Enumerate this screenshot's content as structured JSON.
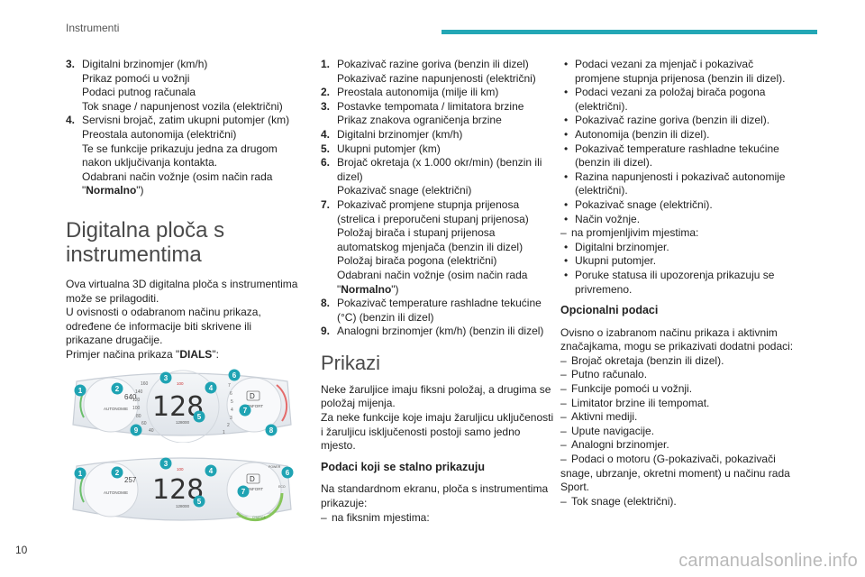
{
  "header": {
    "title": "Instrumenti"
  },
  "page_number": "10",
  "watermark": "carmanualsonline.info",
  "col1": {
    "items": [
      {
        "num": "3.",
        "lines": [
          "Digitalni brzinomjer (km/h)",
          "Prikaz pomoći u vožnji",
          "Podaci putnog računala",
          "Tok snage / napunjenost vozila (električni)"
        ]
      },
      {
        "num": "4.",
        "lines": [
          "Servisni brojač, zatim ukupni putomjer (km)",
          "Preostala autonomija (električni)",
          "Te se funkcije prikazuju jedna za drugom",
          "nakon uključivanja kontakta.",
          "Odabrani način vožnje (osim način rada"
        ],
        "last_prefix": "\"",
        "last_bold": "Normalno",
        "last_suffix": "\")"
      }
    ],
    "section_title_1": "Digitalna ploča s",
    "section_title_2": "instrumentima",
    "intro_lines": [
      "Ova virtualna 3D digitalna ploča s instrumentima",
      "može se prilagoditi.",
      "U ovisnosti o odabranom načinu prikaza,",
      "određene će informacije biti skrivene ili",
      "prikazane drugačije."
    ],
    "example_prefix": "Primjer načina prikaza \"",
    "example_bold": "DIALS",
    "example_suffix": "\":",
    "cluster1": {
      "speed": "128",
      "odo": "128000",
      "mode": "AUTONOMIE",
      "auto": "640",
      "d": "D",
      "confort": "CONFORT",
      "limit": "100",
      "scale": [
        "160",
        "140",
        "120",
        "100",
        "80",
        "60",
        "40"
      ],
      "rpm": [
        "7",
        "6",
        "5",
        "4",
        "3",
        "2",
        "1"
      ],
      "callouts": [
        "1",
        "2",
        "3",
        "4",
        "5",
        "6",
        "7",
        "8",
        "9"
      ]
    },
    "cluster2": {
      "speed": "128",
      "odo": "128000",
      "mode": "AUTONOMIE",
      "auto": "257",
      "d": "D",
      "confort": "CONFORT",
      "limit": "100",
      "charge": "CHARGE",
      "power": "POWER",
      "eco": "ECO",
      "callouts": [
        "1",
        "2",
        "3",
        "4",
        "5",
        "6",
        "7"
      ]
    }
  },
  "col2": {
    "items": [
      {
        "num": "1.",
        "lines": [
          "Pokazivač razine goriva (benzin ili dizel)",
          "Pokazivač razine napunjenosti (električni)"
        ]
      },
      {
        "num": "2.",
        "lines": [
          "Preostala autonomija (milje ili km)"
        ]
      },
      {
        "num": "3.",
        "lines": [
          "Postavke tempomata / limitatora brzine",
          "Prikaz znakova ograničenja brzine"
        ]
      },
      {
        "num": "4.",
        "lines": [
          "Digitalni brzinomjer (km/h)"
        ]
      },
      {
        "num": "5.",
        "lines": [
          "Ukupni putomjer (km)"
        ]
      },
      {
        "num": "6.",
        "lines": [
          "Brojač okretaja (x 1.000 okr/min) (benzin ili",
          "dizel)",
          "Pokazivač snage (električni)"
        ]
      },
      {
        "num": "7.",
        "lines": [
          "Pokazivač promjene stupnja prijenosa",
          "(strelica i preporučeni stupanj prijenosa)",
          "Položaj birača i stupanj prijenosa",
          "automatskog mjenjača (benzin ili dizel)",
          "Položaj birača pogona (električni)",
          "Odabrani način vožnje (osim način rada"
        ],
        "last_prefix": "\"",
        "last_bold": "Normalno",
        "last_suffix": "\")"
      },
      {
        "num": "8.",
        "lines": [
          "Pokazivač temperature rashladne tekućine",
          "(°C) (benzin ili dizel)"
        ]
      },
      {
        "num": "9.",
        "lines": [
          "Analogni brzinomjer (km/h) (benzin ili dizel)"
        ]
      }
    ],
    "section_title": "Prikazi",
    "para_lines": [
      "Neke žaruljice imaju fiksni položaj, a drugima se",
      "položaj mijenja.",
      "Za neke funkcije koje imaju žaruljicu uključenosti",
      "i žaruljicu isključenosti postoji samo jedno",
      "mjesto."
    ],
    "subhead": "Podaci koji se stalno prikazuju",
    "para2_lines": [
      "Na standardnom ekranu, ploča s instrumentima",
      "prikazuje:"
    ],
    "dash_item": "na fiksnim mjestima:"
  },
  "col3": {
    "bullets": [
      [
        "Podaci vezani za mjenjač i pokazivač",
        "promjene stupnja prijenosa (benzin ili dizel)."
      ],
      [
        "Podaci vezani za položaj birača pogona",
        "(električni)."
      ],
      [
        "Pokazivač razine goriva (benzin ili dizel)."
      ],
      [
        "Autonomija (benzin ili dizel)."
      ],
      [
        "Pokazivač temperature rashladne tekućine",
        "(benzin ili dizel)."
      ],
      [
        "Razina napunjenosti i pokazivač autonomije",
        "(električni)."
      ],
      [
        "Pokazivač snage (električni)."
      ],
      [
        "Način vožnje."
      ]
    ],
    "dash2": "na promjenljivim mjestima:",
    "bullets2": [
      [
        "Digitalni brzinomjer."
      ],
      [
        "Ukupni putomjer."
      ],
      [
        "Poruke statusa ili upozorenja prikazuju se",
        "privremeno."
      ]
    ],
    "subhead": "Opcionalni podaci",
    "para_lines": [
      "Ovisno o izabranom načinu prikaza i aktivnim",
      "značajkama, mogu se prikazivati dodatni podaci:"
    ],
    "dashes": [
      [
        "Brojač okretaja (benzin ili dizel)."
      ],
      [
        "Putno računalo."
      ],
      [
        "Funkcije pomoći u vožnji."
      ],
      [
        "Limitator brzine ili tempomat."
      ],
      [
        "Aktivni mediji."
      ],
      [
        "Upute navigacije."
      ],
      [
        "Analogni brzinomjer."
      ],
      [
        "Podaci o motoru (G-pokazivači, pokazivači",
        "snage, ubrzanje, okretni moment) u načinu rada",
        "Sport."
      ],
      [
        "Tok snage (električni)."
      ]
    ]
  }
}
